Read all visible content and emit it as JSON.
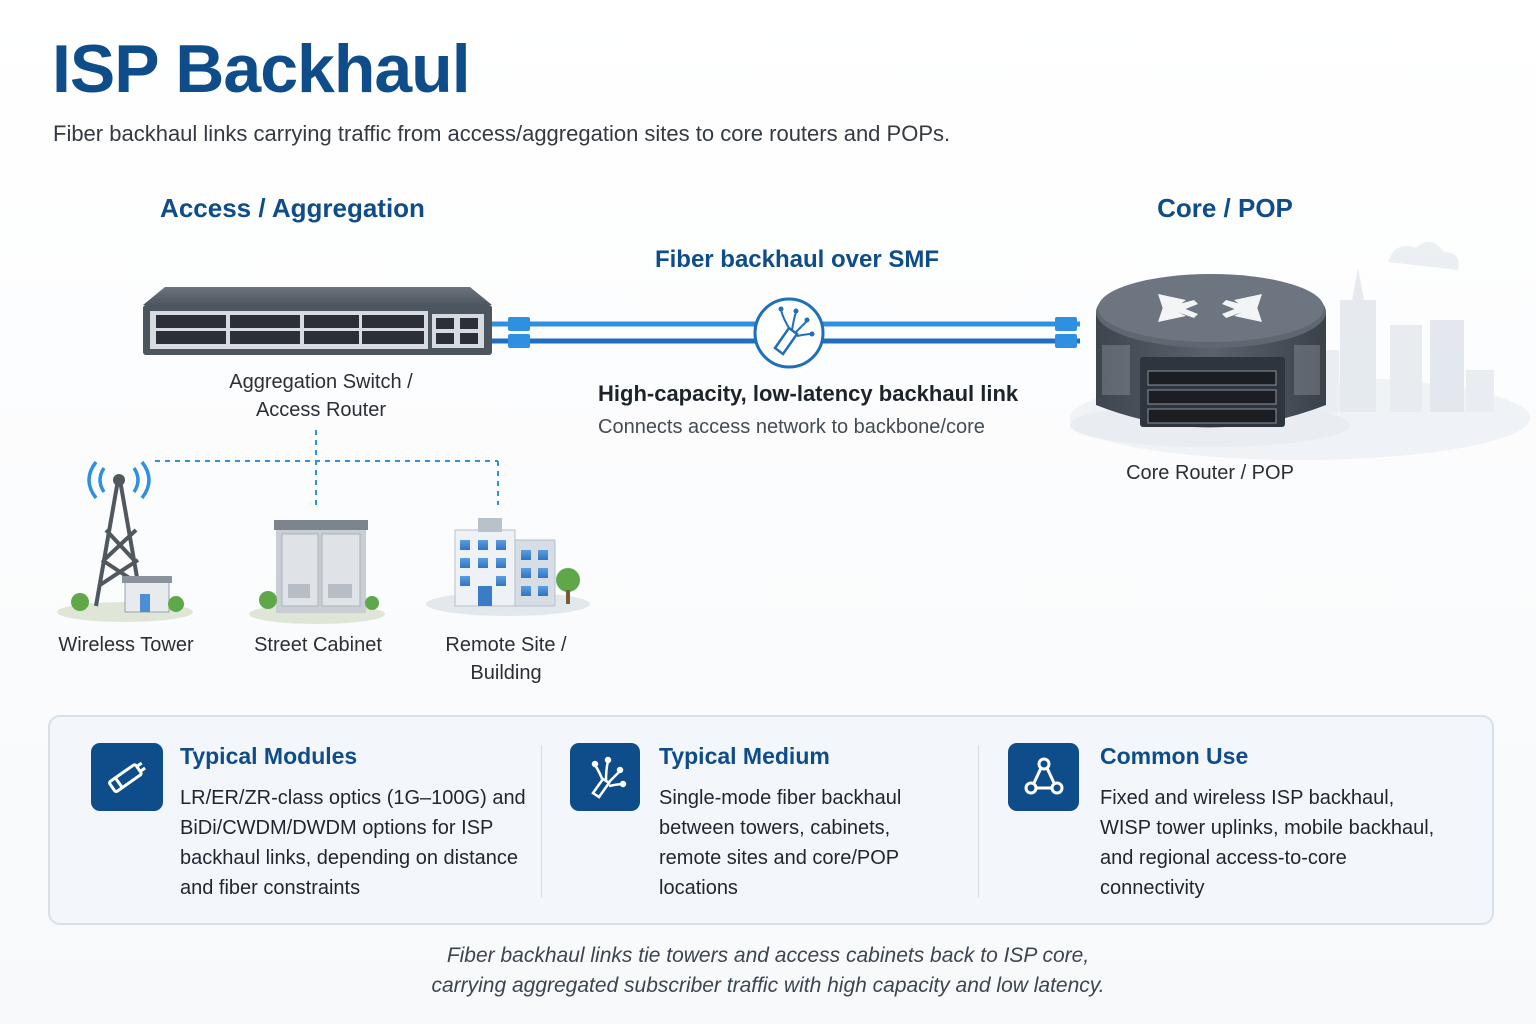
{
  "header": {
    "title": "ISP Backhaul",
    "subtitle": "Fiber backhaul links carrying traffic from access/aggregation sites to core routers and POPs."
  },
  "sections": {
    "access": "Access / Aggregation",
    "core": "Core / POP"
  },
  "link": {
    "title": "Fiber backhaul over SMF",
    "caption_main": "High-capacity, low-latency backhaul link",
    "caption_sub": "Connects access network to backbone/core"
  },
  "devices": {
    "aggregation_switch": {
      "line1": "Aggregation Switch /",
      "line2": "Access Router"
    },
    "core_router": "Core Router / POP",
    "wireless_tower": "Wireless Tower",
    "street_cabinet": "Street Cabinet",
    "remote_site": {
      "line1": "Remote Site /",
      "line2": "Building"
    }
  },
  "info": [
    {
      "icon": "transceiver-icon",
      "title": "Typical Modules",
      "lines": [
        "LR/ER/ZR-class optics (1G–100G) and",
        "BiDi/CWDM/DWDM options for ISP",
        "backhaul links, depending on distance",
        "and fiber constraints"
      ]
    },
    {
      "icon": "fiber-strands-icon",
      "title": "Typical Medium",
      "lines": [
        "Single-mode fiber backhaul",
        "between towers, cabinets,",
        "remote sites and core/POP",
        "locations"
      ]
    },
    {
      "icon": "network-nodes-icon",
      "title": "Common Use",
      "lines": [
        "Fixed and wireless ISP backhaul,",
        "WISP tower uplinks, mobile backhaul,",
        "and regional access-to-core",
        "connectivity"
      ]
    }
  ],
  "footer": {
    "line1": "Fiber backhaul links tie towers and access cabinets back to ISP core,",
    "line2": "carrying aggregated subscriber traffic with high capacity and low latency."
  },
  "colors": {
    "brand": "#0f4c8a",
    "fiber": "#2f8fe0",
    "device_dark": "#4a525c",
    "panel_bg": "#f3f6fa"
  }
}
